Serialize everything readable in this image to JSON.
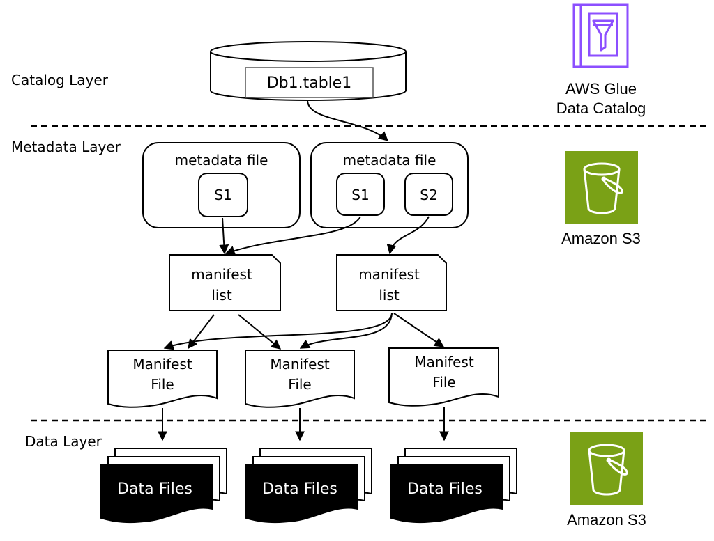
{
  "layers": {
    "catalog": "Catalog Layer",
    "metadata": "Metadata Layer",
    "data": "Data Layer"
  },
  "catalog_table": "Db1.table1",
  "metadata_files": [
    {
      "label": "metadata file",
      "snapshots": [
        "S1"
      ]
    },
    {
      "label": "metadata file",
      "snapshots": [
        "S1",
        "S2"
      ]
    }
  ],
  "manifest_lists": [
    {
      "line1": "manifest",
      "line2": "list"
    },
    {
      "line1": "manifest",
      "line2": "list"
    }
  ],
  "manifest_files": [
    {
      "line1": "Manifest",
      "line2": "File"
    },
    {
      "line1": "Manifest",
      "line2": "File"
    },
    {
      "line1": "Manifest",
      "line2": "File"
    }
  ],
  "data_files": [
    "Data Files",
    "Data Files",
    "Data Files"
  ],
  "services": {
    "glue": {
      "line1": "AWS Glue",
      "line2": "Data Catalog",
      "color": "#8C4FFF",
      "icon": "glue-data-catalog-icon"
    },
    "s3_metadata": {
      "label": "Amazon S3",
      "color": "#7AA116",
      "icon": "s3-bucket-icon"
    },
    "s3_data": {
      "label": "Amazon S3",
      "color": "#7AA116",
      "icon": "s3-bucket-icon"
    }
  }
}
